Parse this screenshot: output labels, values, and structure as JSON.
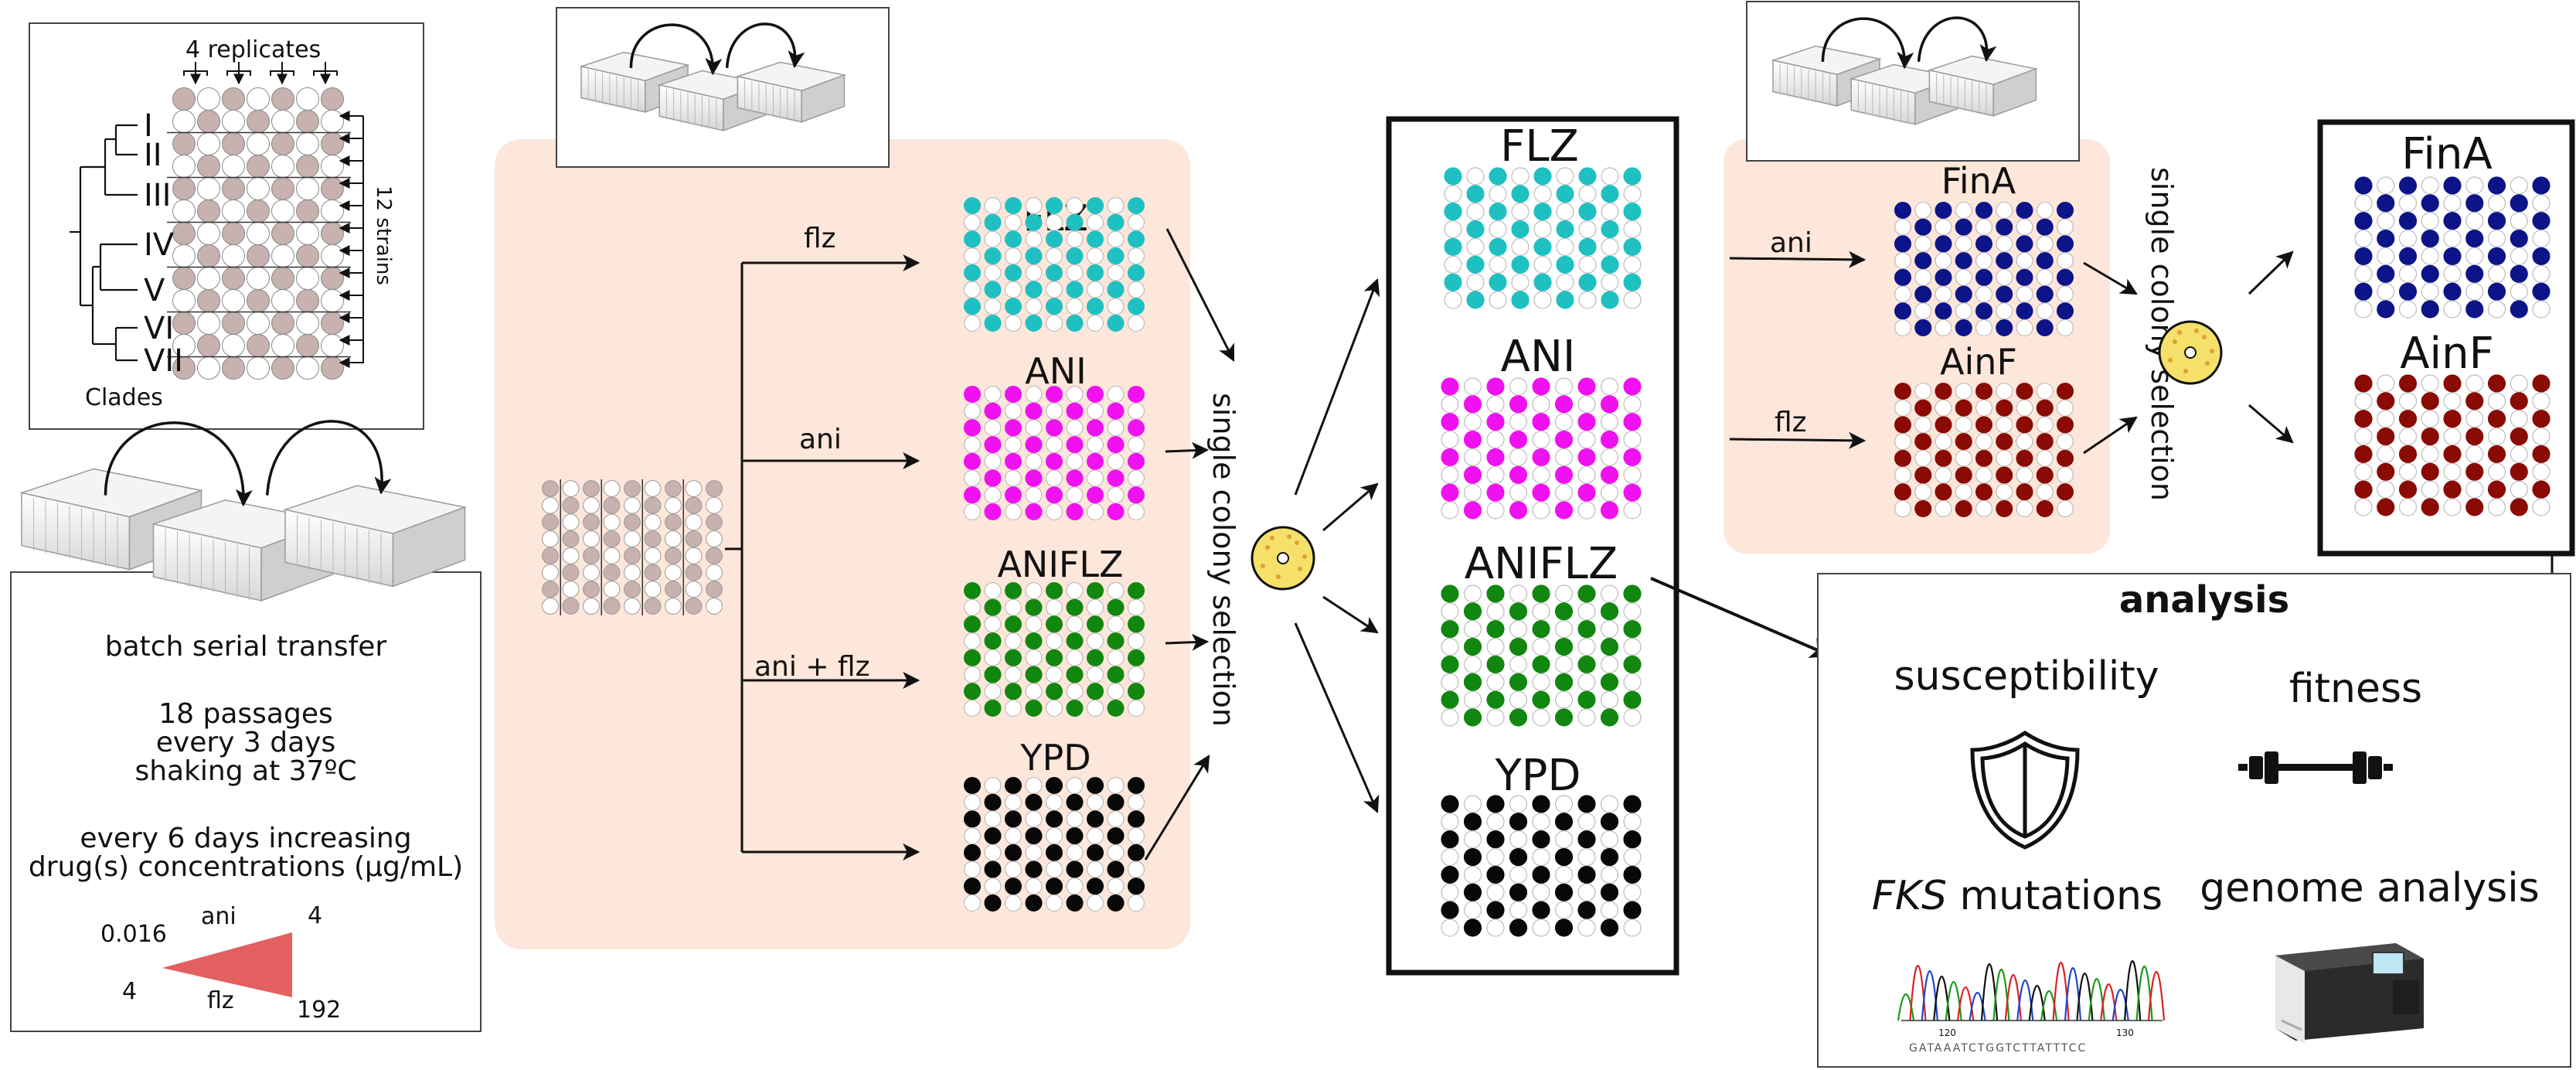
{
  "colors": {
    "flz": "#1fc0c2",
    "ani": "#ef11ef",
    "aniflz": "#11870f",
    "ypd": "#080808",
    "fina": "#0c1488",
    "ainf": "#8a0a04",
    "mixed": "#c7b2b0",
    "panel_bg": "#fde6da",
    "colony": "#f5e06a",
    "gradient": "#e26060"
  },
  "setup": {
    "replicates_label": "4 replicates",
    "strains_label": "12 strains",
    "clades_label": "Clades",
    "clade_numerals": [
      "I",
      "II",
      "III",
      "IV",
      "V",
      "VI",
      "VII"
    ]
  },
  "transfer": {
    "title": "batch serial transfer",
    "line1": "18 passages",
    "line2": "every 3 days",
    "line3": "shaking at 37ºC",
    "line4": "every 6 days  increasing",
    "line5": "drug(s) concentrations (µg/mL)",
    "ani_label": "ani",
    "flz_label": "flz",
    "ani_min": "0.016",
    "ani_max": "4",
    "flz_min": "4",
    "flz_max": "192"
  },
  "conditions": {
    "flz": "flz",
    "ani": "ani",
    "ani_flz": "ani + flz"
  },
  "plates": {
    "flz": "FLZ",
    "ani": "ANI",
    "aniflz": "ANIFLZ",
    "ypd": "YPD",
    "fina": "FinA",
    "ainf": "AinF"
  },
  "selection_label": "single colony selection",
  "secondary": {
    "ani": "ani",
    "flz": "flz"
  },
  "analysis": {
    "title": "analysis",
    "susceptibility": "susceptibility",
    "fitness": "fitness",
    "fks_italic": "FKS",
    "fks_rest": " mutations",
    "genome": "genome analysis",
    "tick_120": "120",
    "tick_130": "130",
    "seq_text": "GATAAATCTGGTCTTATTTCC"
  }
}
